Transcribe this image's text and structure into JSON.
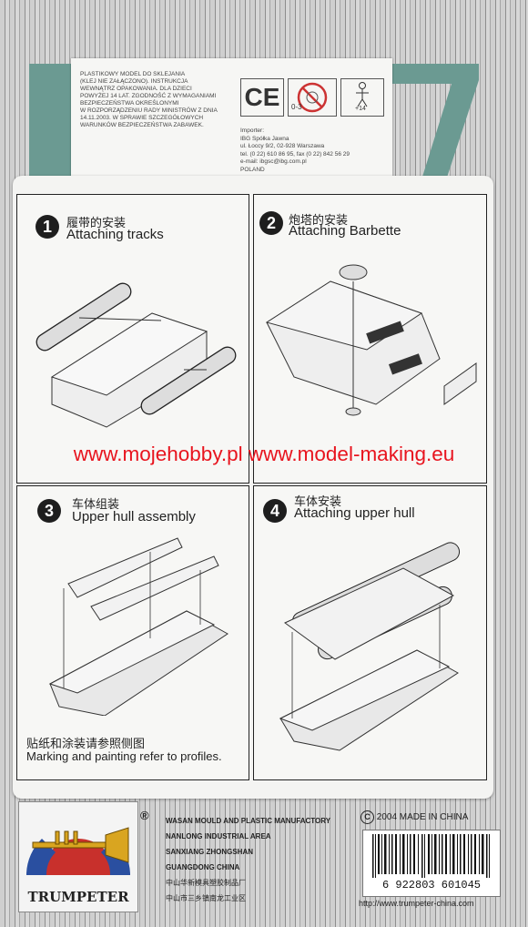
{
  "top_card": {
    "pl_text": [
      "PLASTIKOWY MODEL DO SKLEJANIA",
      "(KLEJ NIE ZAŁĄCZONO). INSTRUKCJA",
      "WEWNĄTRZ OPAKOWANIA. DLA DZIECI",
      "POWYŻEJ 14 LAT. ZGODNOŚĆ Z WYMAGANIAMI",
      "BEZPIECZEŃSTWA OKREŚLONYMI",
      "W ROZPORZĄDZENIU RADY MINISTRÓW Z DNIA",
      "14.11.2003. W SPRAWIE SZCZEGÓŁOWYCH",
      "WARUNKÓW BEZPIECZEŃSTWA ZABAWEK."
    ],
    "ce_mark": "CE",
    "age_warning": "0-3",
    "age_plus": "+14",
    "importer": [
      "Importer:",
      "IBG Spółka Jawna",
      "ul. Łoccy 9/2, 02-928 Warszawa",
      "tel. (0 22) 610 86 95, fax (0 22) 842 56 29",
      "e-mail: ibgsc@ibg.com.pl",
      "POLAND"
    ]
  },
  "steps": [
    {
      "number": "1",
      "cn": "履带的安装",
      "en": "Attaching tracks"
    },
    {
      "number": "2",
      "cn": "炮塔的安装",
      "en": "Attaching Barbette"
    },
    {
      "number": "3",
      "cn": "车体组装",
      "en": "Upper hull assembly"
    },
    {
      "number": "4",
      "cn": "车体安装",
      "en": "Attaching upper hull"
    }
  ],
  "note": {
    "cn": "贴纸和涂装请参照侧图",
    "en": "Marking and painting refer to profiles."
  },
  "watermark": "www.mojehobby.pl www.model-making.eu",
  "brand": {
    "name": "TRUMPETER",
    "registered": "®"
  },
  "manufacturer": {
    "lines": [
      "WASAN MOULD AND PLASTIC MANUFACTORY",
      "NANLONG INDUSTRIAL AREA",
      "SANXIANG ZHONGSHAN",
      "GUANGDONG CHINA",
      "中山华新模具塑胶制品厂",
      "中山市三乡镇南龙工业区"
    ]
  },
  "copyright": "2004  MADE IN CHINA",
  "barcode": "6 922803 601045",
  "website": "http://www.trumpeter-china.com",
  "colors": {
    "teal": "#6b9a92",
    "watermark_red": "#e8141e",
    "logo_red": "#c8302c",
    "logo_blue": "#2a4fa0",
    "trumpet_gold": "#d9a520"
  }
}
